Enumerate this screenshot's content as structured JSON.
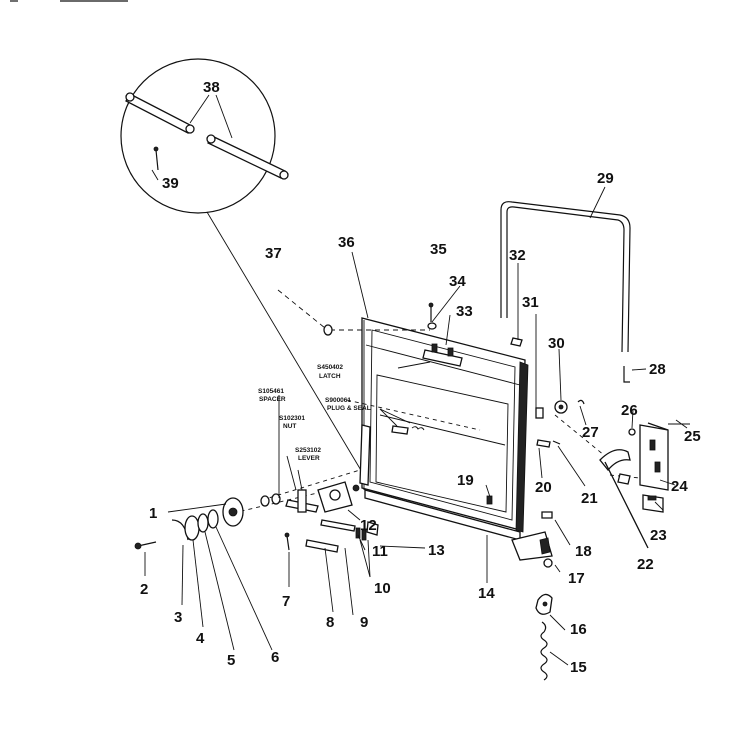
{
  "diagram": {
    "part_numbers": {
      "p1": "1",
      "p2": "2",
      "p3": "3",
      "p4": "4",
      "p5": "5",
      "p6": "6",
      "p7": "7",
      "p8": "8",
      "p9": "9",
      "p10": "10",
      "p11": "11",
      "p12": "12",
      "p13": "13",
      "p14": "14",
      "p15": "15",
      "p16": "16",
      "p17": "17",
      "p18": "18",
      "p19": "19",
      "p20": "20",
      "p21": "21",
      "p22": "22",
      "p23": "23",
      "p24": "24",
      "p25": "25",
      "p26": "26",
      "p27": "27",
      "p28": "28",
      "p29": "29",
      "p30": "30",
      "p31": "31",
      "p32": "32",
      "p33": "33",
      "p34": "34",
      "p35": "35",
      "p36": "36",
      "p37": "37",
      "p38": "38",
      "p39": "39"
    },
    "captions": {
      "spacer_code": "S105461",
      "spacer_name": "SPACER",
      "nut_code": "S102301",
      "nut_name": "NUT",
      "lever_code": "S253102",
      "lever_name": "LEVER",
      "latch_code": "S450402",
      "latch_name": "LATCH",
      "plug_code": "S900061",
      "plug_name": "PLUG & SEAL"
    }
  }
}
